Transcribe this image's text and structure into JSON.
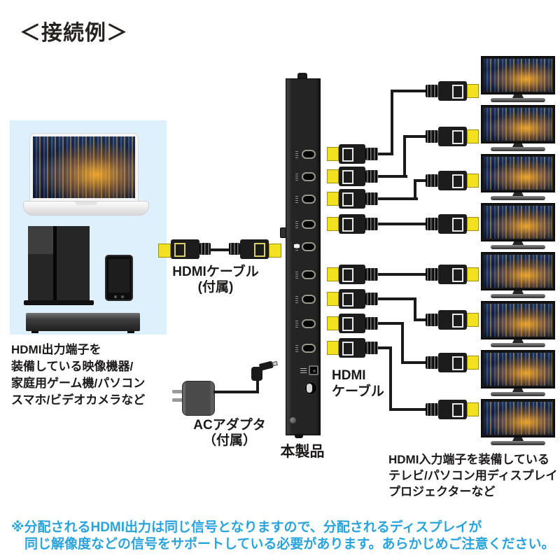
{
  "title": "＜接続例＞",
  "source_panel": {
    "caption_lines": [
      "HDMI出力端子を",
      "装備している映像機器/",
      "家庭用ゲーム機/パソコン",
      "スマホ/ビデオカメラなど"
    ]
  },
  "included_cable": {
    "label": "HDMIケーブル",
    "note": "(付属)"
  },
  "device": {
    "label": "本製品",
    "output_port_count": 8,
    "input_port_count": 1
  },
  "ac_adapter": {
    "label": "ACアダプタ",
    "note": "（付属）"
  },
  "output_cable": {
    "line1": "HDMI",
    "line2": "ケーブル"
  },
  "displays": {
    "count": 8,
    "caption_lines": [
      "HDMI入力端子を装備している",
      "テレビ/パソコン用ディスプレイ",
      "プロジェクターなど"
    ]
  },
  "footnote": {
    "line1": "※分配されるHDMI出力は同じ信号となりますので、分配されるディスプレイが",
    "line2": "同じ解像度などの信号をサポートしている必要があります。あらかじめご注意ください。"
  },
  "colors": {
    "note_blue": "#29a3dc",
    "panel_blue": "#def0fb",
    "connector_yellow": "#f2e120",
    "device_black": "#242424"
  }
}
